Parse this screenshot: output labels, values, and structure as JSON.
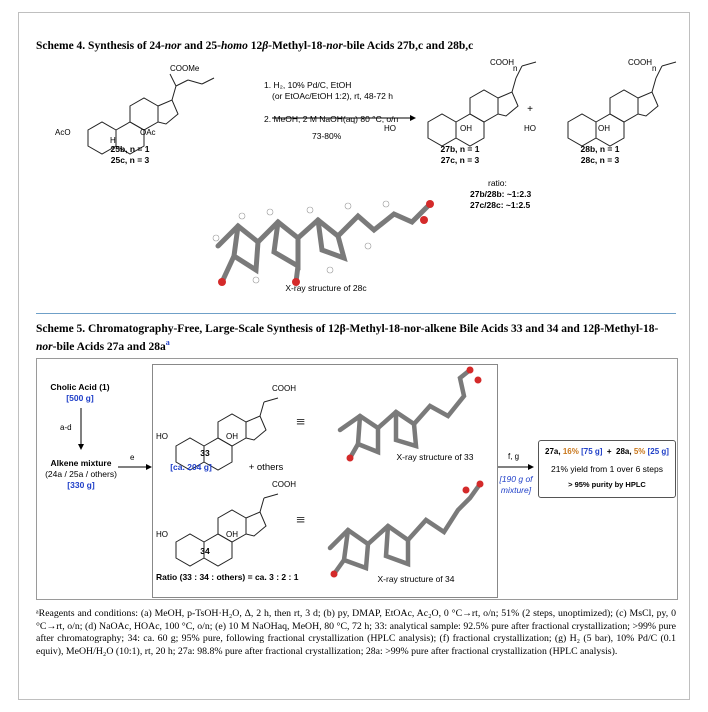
{
  "scheme4": {
    "title_prefix": "Scheme 4. Synthesis of 24-",
    "title_nor": "nor",
    "title_and": " and 25-",
    "title_homo": "homo",
    "title_mid": " 12",
    "title_beta": "β",
    "title_mid2": "-Methyl-18-",
    "title_nor2": "nor",
    "title_end": "-bile Acids 27b,c and 28b,c",
    "sm_label_line1": "25b, n = 1",
    "sm_label_line2": "25c, n = 3",
    "cond_line1": "1. H₂, 10% Pd/C, EtOH",
    "cond_line2": "(or EtOAc/EtOH 1:2), rt, 48-72 h",
    "cond_line3": "2. MeOH, 2 M NaOH(aq) 80 °C, o/n",
    "cond_yield": "73-80%",
    "p1_line1": "27b, n = 1",
    "p1_line2": "27c, n = 3",
    "plus": "+",
    "p2_line1": "28b, n = 1",
    "p2_line2": "28c, n = 3",
    "ratio_title": "ratio:",
    "ratio_b": "27b/28b: ~1:2.3",
    "ratio_c": "27c/28c: ~1:2.5",
    "xray_caption": "X-ray structure of 28c",
    "group_cooMe": "COOMe",
    "group_cooh": "COOH",
    "group_aco": "AcO",
    "group_oac": "OAc",
    "group_ho": "HO",
    "group_oh": "OH",
    "group_h": "H",
    "group_n": "n"
  },
  "scheme5": {
    "title_line1": "Scheme 5. Chromatography-Free, Large-Scale Synthesis of 12β-Methyl-18-nor-alkene Bile Acids 33 and 34 and 12β-Methyl-18-",
    "title_line2_nor": "nor",
    "title_line2_rest": "-bile Acids 27a and 28a",
    "title_sup": "a",
    "cholic": "Cholic Acid (1)",
    "cholic_amt": "[500 g]",
    "step_ad": "a-d",
    "alkene_mix": "Alkene mixture",
    "alkene_sub": "(24a / 25a / others)",
    "alkene_amt": "[330 g]",
    "step_e": "e",
    "cmp33": "33",
    "ca204": "[ca. 204 g]",
    "others": "+  others",
    "xray33": "X-ray structure of 33",
    "cmp34": "34",
    "ratio": "Ratio (33 : 34 : others) = ca. 3 : 2 : 1",
    "xray34": "X-ray structure of 34",
    "step_fg": "f, g",
    "mix190_1": "[190 g of",
    "mix190_2": "mixture]",
    "res_27a": "27a,",
    "res_27a_pct": "16%",
    "res_27a_g": "[75 g]",
    "res_plus": "+",
    "res_28a": "28a,",
    "res_28a_pct": "5%",
    "res_28a_g": "[25 g]",
    "res_yield": "21% yield from 1 over 6 steps",
    "res_purity": "> 95% purity by HPLC",
    "equiv": "≡"
  },
  "footnote": {
    "text": "ᵃReagents and conditions: (a) MeOH, p-TsOH·H₂O, Δ, 2 h, then rt, 3 d; (b) py, DMAP, EtOAc, Ac₂O, 0 °C→rt, o/n; 51% (2 steps, unoptimized); (c) MsCl, py, 0 °C→rt, o/n; (d) NaOAc, HOAc, 100 °C, o/n; (e) 10 M NaOHaq, MeOH, 80 °C, 72 h; 33: analytical sample: 92.5% pure after fractional crystallization; >99% pure after chromatography; 34: ca. 60 g; 95% pure, following fractional crystallization (HPLC analysis); (f) fractional crystallization; (g) H₂ (5 bar), 10% Pd/C (0.1 equiv), MeOH/H₂O (10:1), rt, 20 h; 27a: 98.8% pure after fractional crystallization; 28a: >99% pure after fractional crystallization (HPLC analysis)."
  }
}
